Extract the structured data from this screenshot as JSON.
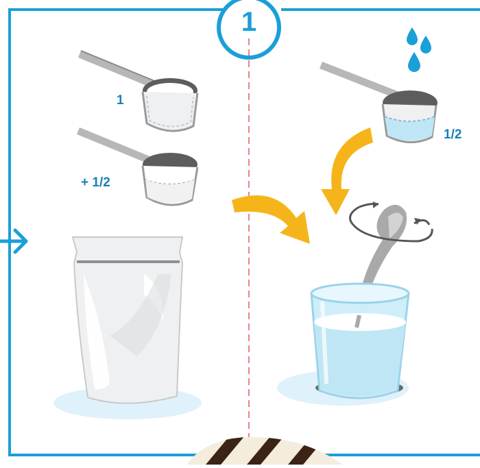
{
  "step": {
    "number": "1"
  },
  "left_panel": {
    "scoop_one_label": "1",
    "scoop_half_label": "+ 1/2"
  },
  "right_panel": {
    "water_scoop_label": "1/2"
  },
  "colors": {
    "frame": "#1a9fd8",
    "accent_arrow": "#f5b51a",
    "label": "#1a7fb5",
    "water": "#bfe6f5",
    "shadow": "#dff1fa",
    "metal": "#a9a9a9",
    "divider": "#e05a66"
  }
}
